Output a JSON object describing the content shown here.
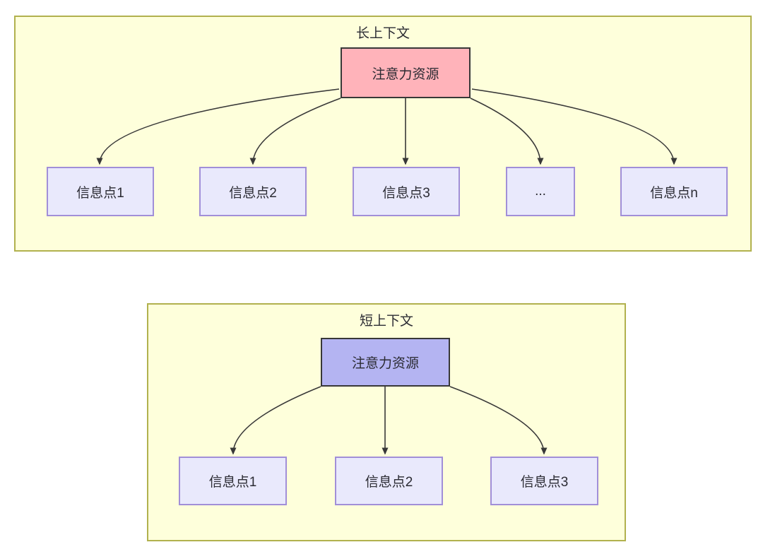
{
  "diagram": {
    "long_context": {
      "title": "长上下文",
      "attention": {
        "label": "注意力资源",
        "fill": "#ffb3ba"
      },
      "nodes": [
        "信息点1",
        "信息点2",
        "信息点3",
        "...",
        "信息点n"
      ]
    },
    "short_context": {
      "title": "短上下文",
      "attention": {
        "label": "注意力资源",
        "fill": "#b4b4f2"
      },
      "nodes": [
        "信息点1",
        "信息点2",
        "信息点3"
      ]
    },
    "colors": {
      "container_fill": "#feffdb",
      "container_border": "#b1b14e",
      "info_node_fill": "#e9e9fc",
      "info_node_border": "#a18fd8",
      "arrow": "#383838",
      "text": "#2b2b33"
    }
  }
}
